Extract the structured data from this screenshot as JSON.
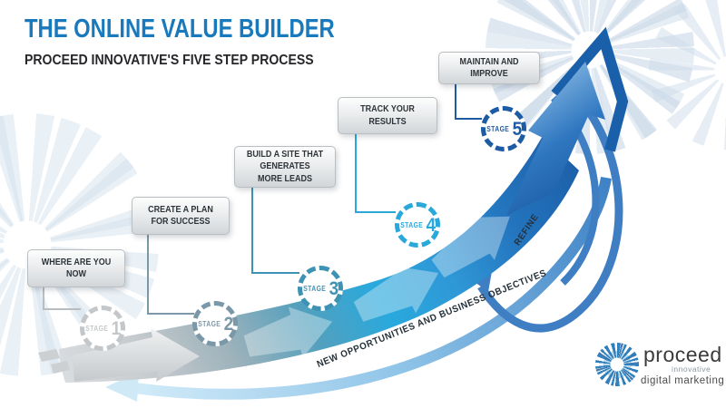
{
  "header": {
    "title": "THE ONLINE VALUE BUILDER",
    "subtitle": "PROCEED INNOVATIVE'S FIVE STEP PROCESS"
  },
  "badge_word": "STAGE",
  "stages": [
    {
      "label": "WHERE ARE YOU NOW",
      "number": "1",
      "color": "#c3c7ca"
    },
    {
      "label": "CREATE A PLAN FOR SUCCESS",
      "number": "2",
      "color": "#7b98a8"
    },
    {
      "label": "BUILD A SITE THAT GENERATES MORE LEADS",
      "number": "3",
      "color": "#3e93b4"
    },
    {
      "label": "TRACK YOUR RESULTS",
      "number": "4",
      "color": "#29a8dc"
    },
    {
      "label": "MAINTAIN AND IMPROVE",
      "number": "5",
      "color": "#1d5ca3"
    }
  ],
  "arrow_labels": {
    "ascent": "NEW OPPORTUNITIES AND BUSINESS OBJECTIVES",
    "loop": "REFINE"
  },
  "logo": {
    "name": "proceed",
    "sub": "innovative",
    "tagline": "digital marketing"
  },
  "colors": {
    "title_blue": "#1879bd",
    "subtitle_dark": "#26262a",
    "arrow_gray": "#c6cbce",
    "arrow_steel": "#9db2bb",
    "arrow_teal": "#53a0bd",
    "arrow_bright_blue": "#29a9dd",
    "arrow_navy": "#1b5ba4",
    "underband_light": "#d3ecf9",
    "underband_blue": "#3f83c6",
    "label_dark": "#26323a"
  }
}
